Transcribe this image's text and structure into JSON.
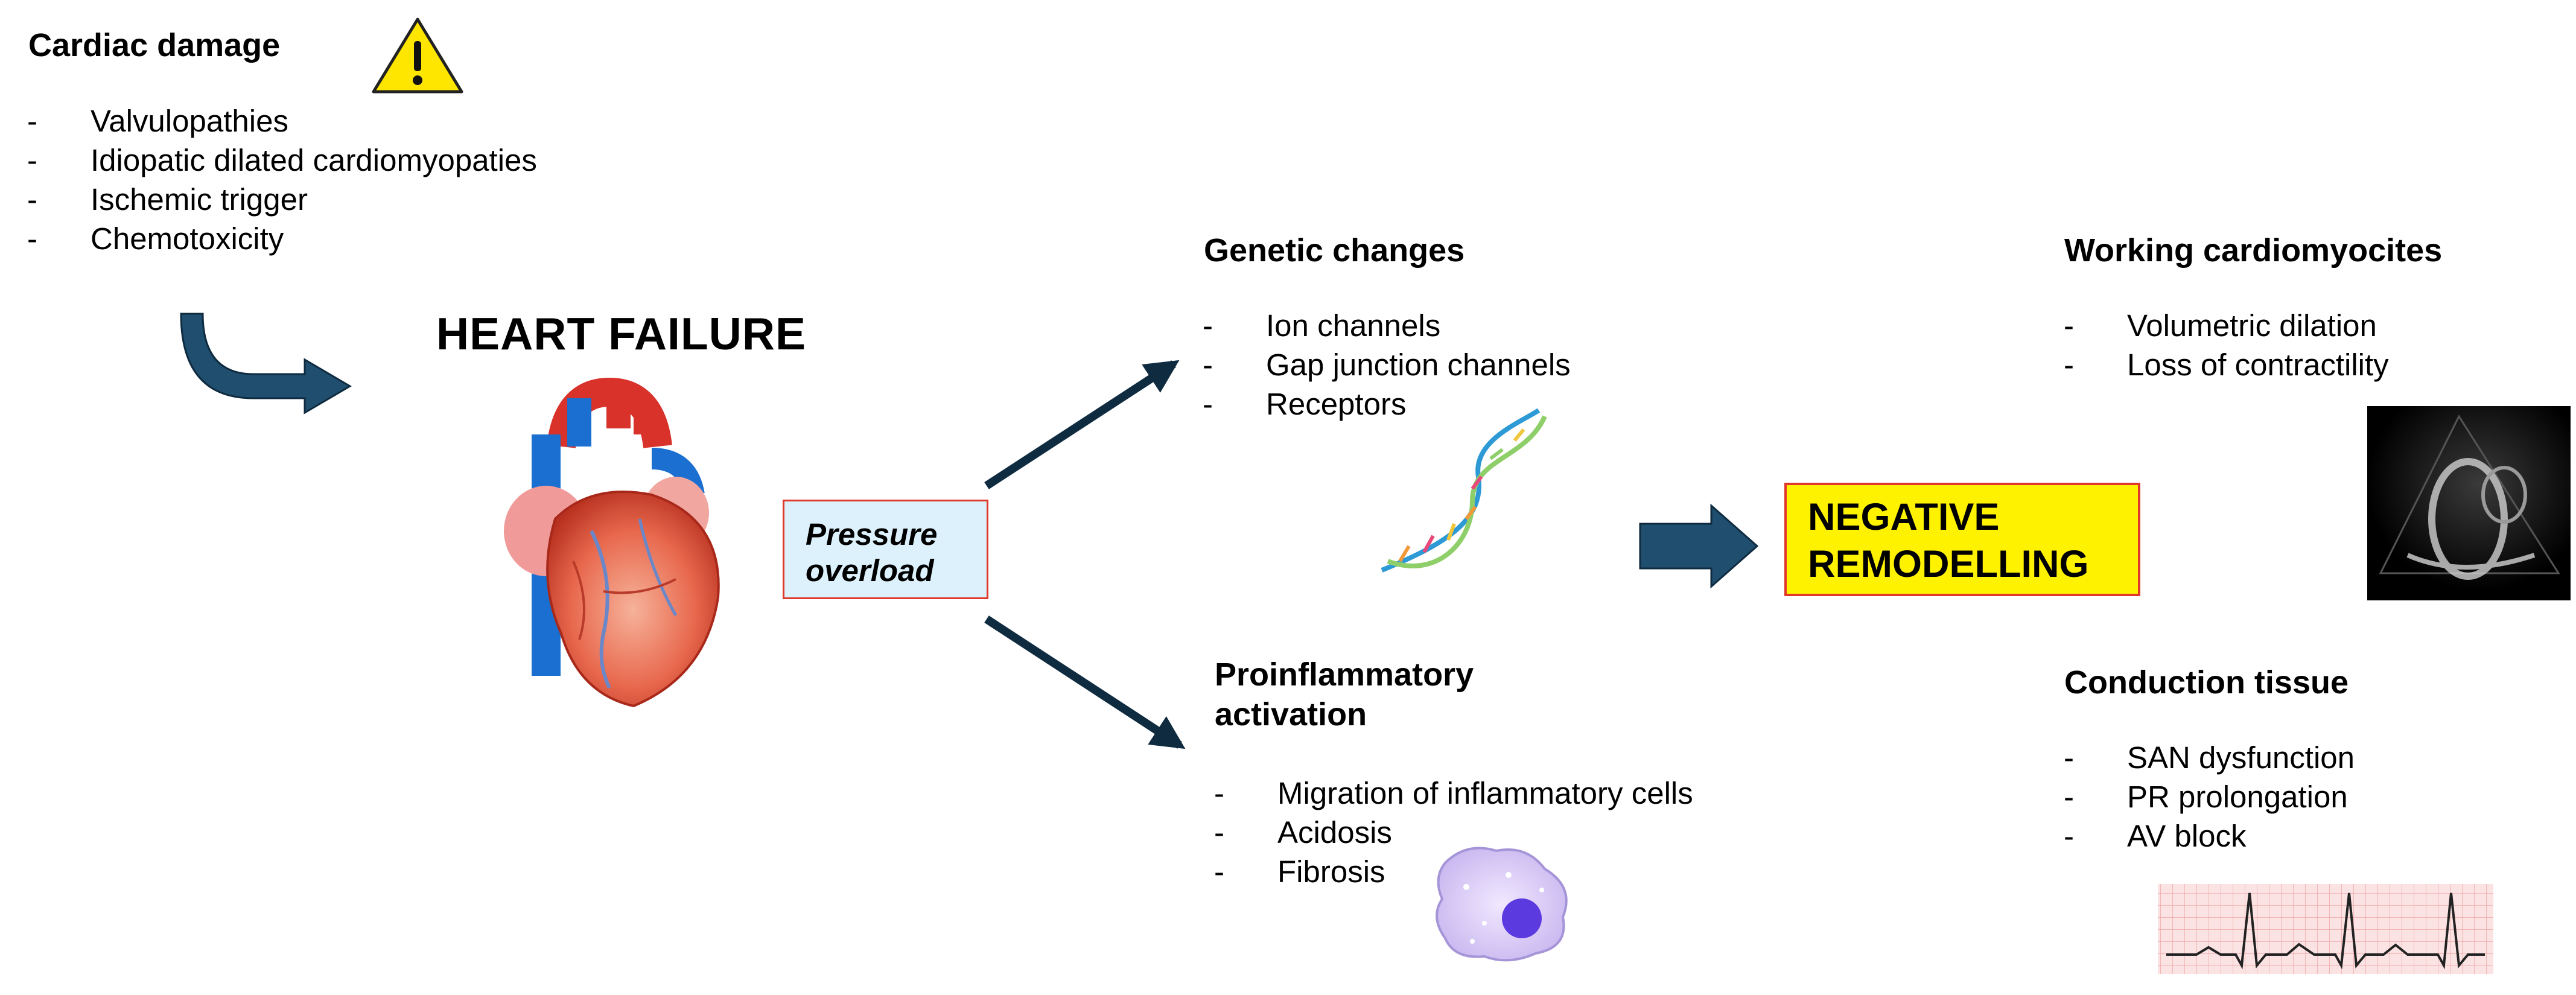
{
  "cardiac_damage": {
    "title": "Cardiac damage",
    "items": [
      "Valvulopathies",
      "Idiopatic dilated cardiomyopaties",
      "Ischemic trigger",
      "Chemotoxicity"
    ],
    "warning_icon": "warning-triangle-icon"
  },
  "heart_failure": {
    "title": "HEART FAILURE"
  },
  "pressure_overload": {
    "line1": "Pressure",
    "line2": "overload"
  },
  "genetic_changes": {
    "title": "Genetic changes",
    "items": [
      "Ion channels",
      "Gap junction channels",
      "Receptors"
    ]
  },
  "proinflammatory": {
    "title_line1": "Proinflammatory",
    "title_line2": "activation",
    "items": [
      "Migration of inflammatory cells",
      "Acidosis",
      "Fibrosis"
    ]
  },
  "negative_remodelling": {
    "line1": "NEGATIVE",
    "line2": "REMODELLING"
  },
  "working_cardiomyocytes": {
    "title": "Working cardiomyocites",
    "items": [
      "Volumetric dilation",
      "Loss of contractility"
    ]
  },
  "conduction_tissue": {
    "title": "Conduction tissue",
    "items": [
      "SAN dysfunction",
      "PR prolongation",
      "AV block"
    ]
  },
  "dash": "-",
  "colors": {
    "arrow_blue": "#1f4e6e",
    "dark_arrow": "#0f2b40",
    "box_border": "#e0392b",
    "pressure_fill": "#dcf1fb",
    "remodel_fill": "#fff200",
    "warning_yellow": "#ffe600"
  }
}
